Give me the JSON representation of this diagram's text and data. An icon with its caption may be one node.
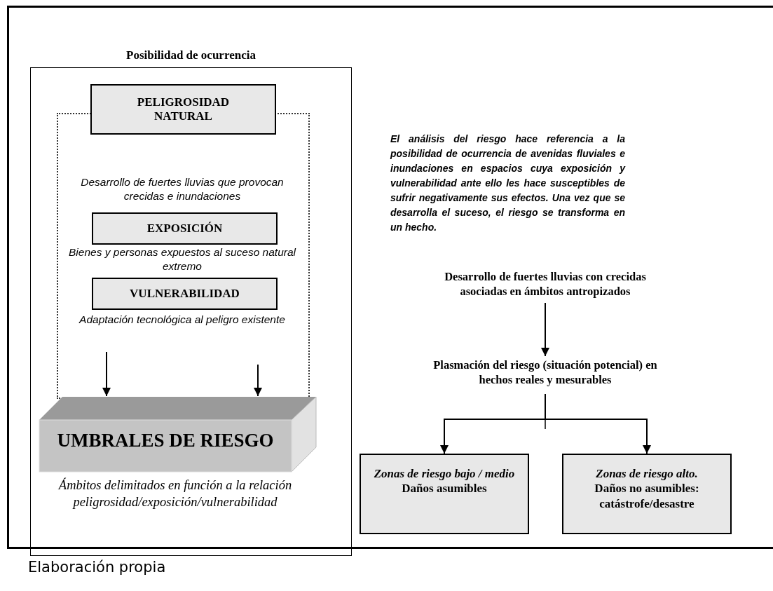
{
  "diagram": {
    "nodes": [
      {
        "text": [
          "Posibilidad de ocurrencia"
        ]
      },
      {
        "text": [
          "PELIGROSIDAD NATURAL"
        ],
        "in": 0
      },
      {
        "text": [],
        "shape": "box",
        "in": 0
      },
      {
        "text": [
          "EXPOSICIÓN"
        ],
        "in": 2,
        "beside": [
          "Bienes y personas expuestos al suceso natural extremo"
        ]
      },
      {
        "text": [
          "VULNERABILIDAD"
        ],
        "in": 2,
        "beside": [
          "Adaptación tecnológica al peligro existente"
        ]
      },
      {
        "text": [
          "UMBRALES DE RIESGO"
        ],
        "in": 0,
        "beside": [
          "Ámbitos delimitados en función a la relación peligrosidad/exposición/vulnerabilidad"
        ]
      },
      {
        "text": [
          "Desarrollo de fuertes lluvias con crecidas asociadas en ámbitos antropizados"
        ]
      },
      {
        "text": [
          "Plasmación del riesgo (situación potencial) en hechos reales y mesurables"
        ]
      },
      {
        "text": [
          "Zonas de riesgo bajo / medio",
          "Daños asumibles"
        ]
      },
      {
        "text": [
          "Zonas de riesgo alto.",
          "Daños no asumibles: catástrofe/desastre"
        ]
      }
    ],
    "edges": [
      {
        "from": null,
        "to": 5,
        "arrow": "to"
      },
      {
        "from": null,
        "to": 5,
        "arrow": "to"
      },
      {
        "from": 6,
        "to": 7,
        "arrow": "to"
      },
      {
        "from": 7,
        "to": 8,
        "arrow": "to"
      },
      {
        "from": 7,
        "to": 9,
        "arrow": "to"
      }
    ],
    "labels": [
      "Desarrollo de fuertes lluvias que provocan crecidas e inundaciones",
      "El análisis del riesgo hace referencia a la posibilidad de ocurrencia de avenidas fluviales e inundaciones en espacios cuya exposición y vulnerabilidad ante ello les hace susceptibles de sufrir negativamente sus efectos. Una vez que se desarrolla el suceso, el riesgo se transforma en un hecho.",
      "Elaboración propia"
    ]
  }
}
